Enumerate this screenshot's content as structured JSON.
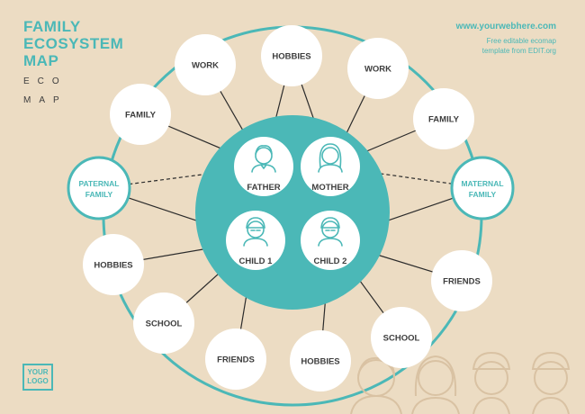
{
  "header": {
    "title_lines": [
      "FAMILY",
      "ECOSYSTEM",
      "MAP"
    ],
    "subtitle_lines": [
      "ECO",
      "MAP"
    ]
  },
  "website": {
    "url": "www.yourwebhere.com",
    "lines": [
      "Free editable ecomap",
      "template from EDIT.org"
    ]
  },
  "logo": {
    "lines": [
      "YOUR",
      "LOGO"
    ]
  },
  "colors": {
    "teal": "#4bb8b7",
    "background": "#ecdcc3",
    "node": "#ffffff",
    "text": "#3d3d3d"
  },
  "core": {
    "members": [
      {
        "label": "FATHER",
        "icon": "man-icon"
      },
      {
        "label": "MOTHER",
        "icon": "woman-icon"
      },
      {
        "label": "CHILD 1",
        "icon": "boy-cap-icon"
      },
      {
        "label": "CHILD 2",
        "icon": "boy-cap-icon"
      }
    ]
  },
  "hubs": [
    {
      "label_lines": [
        "PATERNAL",
        "FAMILY"
      ]
    },
    {
      "label_lines": [
        "MATERNAL",
        "FAMILY"
      ]
    }
  ],
  "outer_nodes": [
    {
      "label": "FAMILY"
    },
    {
      "label": "WORK"
    },
    {
      "label": "HOBBIES"
    },
    {
      "label": "WORK"
    },
    {
      "label": "FAMILY"
    },
    {
      "label": "HOBBIES"
    },
    {
      "label": "SCHOOL"
    },
    {
      "label": "FRIENDS"
    },
    {
      "label": "HOBBIES"
    },
    {
      "label": "SCHOOL"
    },
    {
      "label": "FRIENDS"
    }
  ],
  "connections": [
    {
      "from": "FATHER",
      "to": "FAMILY"
    },
    {
      "from": "FATHER",
      "to": "WORK"
    },
    {
      "from": "FATHER",
      "to": "HOBBIES"
    },
    {
      "from": "MOTHER",
      "to": "HOBBIES"
    },
    {
      "from": "MOTHER",
      "to": "WORK"
    },
    {
      "from": "MOTHER",
      "to": "FAMILY"
    },
    {
      "from": "CHILD 1",
      "to": "HOBBIES"
    },
    {
      "from": "CHILD 1",
      "to": "SCHOOL"
    },
    {
      "from": "CHILD 1",
      "to": "FRIENDS"
    },
    {
      "from": "CHILD 1",
      "to": "PATERNAL FAMILY"
    },
    {
      "from": "CHILD 2",
      "to": "HOBBIES"
    },
    {
      "from": "CHILD 2",
      "to": "SCHOOL"
    },
    {
      "from": "CHILD 2",
      "to": "FRIENDS"
    },
    {
      "from": "CHILD 2",
      "to": "MATERNAL FAMILY"
    },
    {
      "from": "FATHER",
      "to": "PATERNAL FAMILY",
      "style": "dashed"
    },
    {
      "from": "MOTHER",
      "to": "MATERNAL FAMILY",
      "style": "dashed"
    }
  ],
  "decorations": {
    "footer_figures": [
      "man-outline-icon",
      "woman-outline-icon",
      "boy-cap-outline-icon",
      "boy-cap-outline-icon"
    ]
  }
}
